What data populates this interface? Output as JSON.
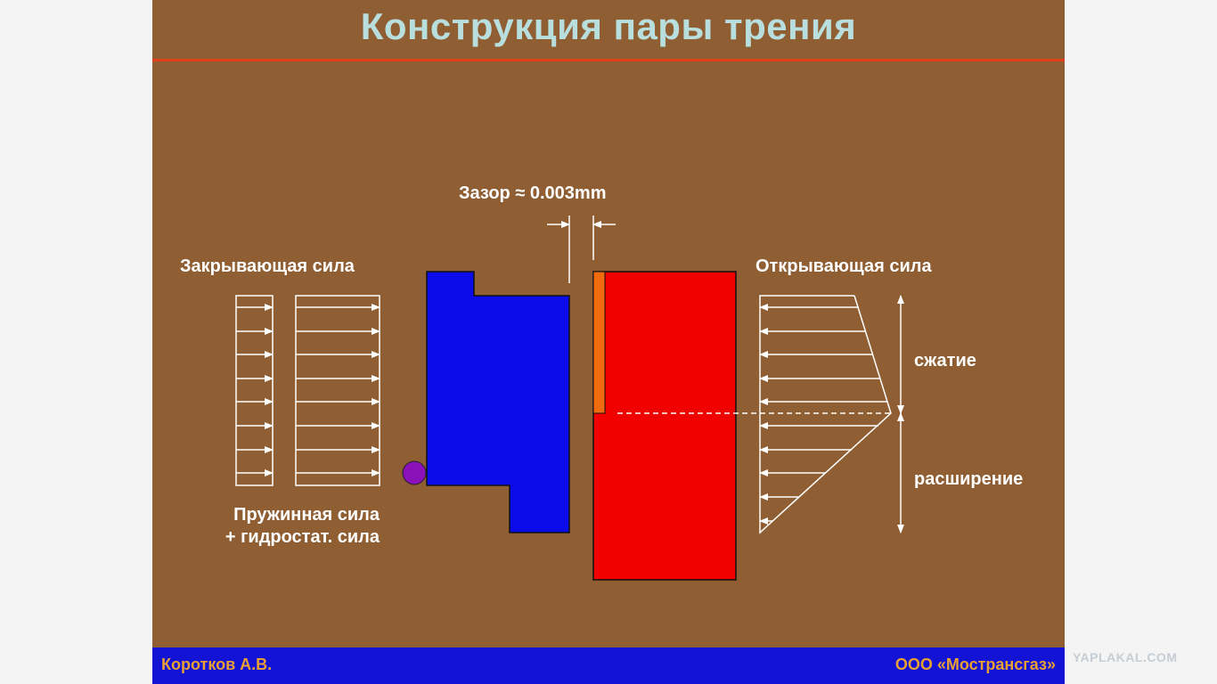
{
  "slide": {
    "title": "Конструкция пары трения",
    "labels": {
      "gap": "Зазор ≈ 0.003mm",
      "closing_force": "Закрывающая сила",
      "opening_force": "Открывающая сила",
      "compression": "сжатие",
      "expansion": "расширение",
      "spring_force": "Пружинная сила",
      "hydrostatic_force": "+ гидростат. сила"
    },
    "footer": {
      "author": "Коротков А.В.",
      "company": "ООО «Мострансгаз»"
    }
  },
  "watermark": "YAPLAKAL.COM",
  "colors": {
    "background": "#8f5e32",
    "title": "#b8dede",
    "rule": "#e0401c",
    "footer_bar": "#1313d6",
    "footer_text": "#e8a034",
    "rotating_ring": "#0b0bea",
    "stationary_ring": "#f20000",
    "face_insert": "#f06a10",
    "o_ring": "#8a10b8"
  }
}
